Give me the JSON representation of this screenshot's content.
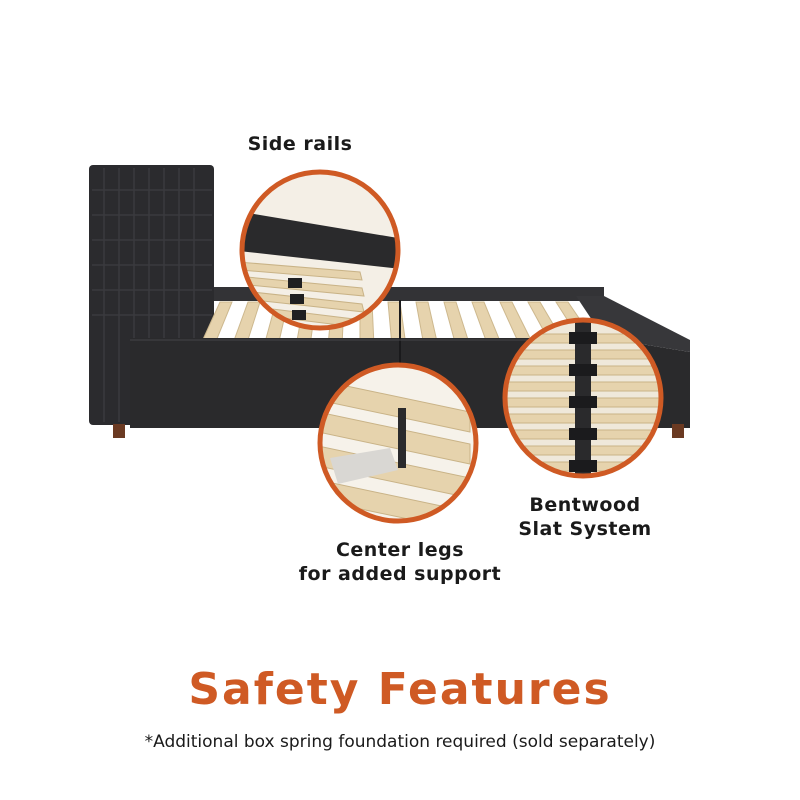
{
  "callouts": {
    "side_rails": {
      "label": "Side rails"
    },
    "bentwood": {
      "line1": "Bentwood",
      "line2": "Slat System"
    },
    "center_legs": {
      "line1": "Center legs",
      "line2": "for added support"
    }
  },
  "heading": {
    "title": "Safety Features"
  },
  "footnote": {
    "text": "*Additional box spring foundation required (sold separately)"
  },
  "colors": {
    "accent": "#cf5a24",
    "frame": "#2a2a2c",
    "slat": "#e6d3ad",
    "text": "#1a1a1a"
  }
}
